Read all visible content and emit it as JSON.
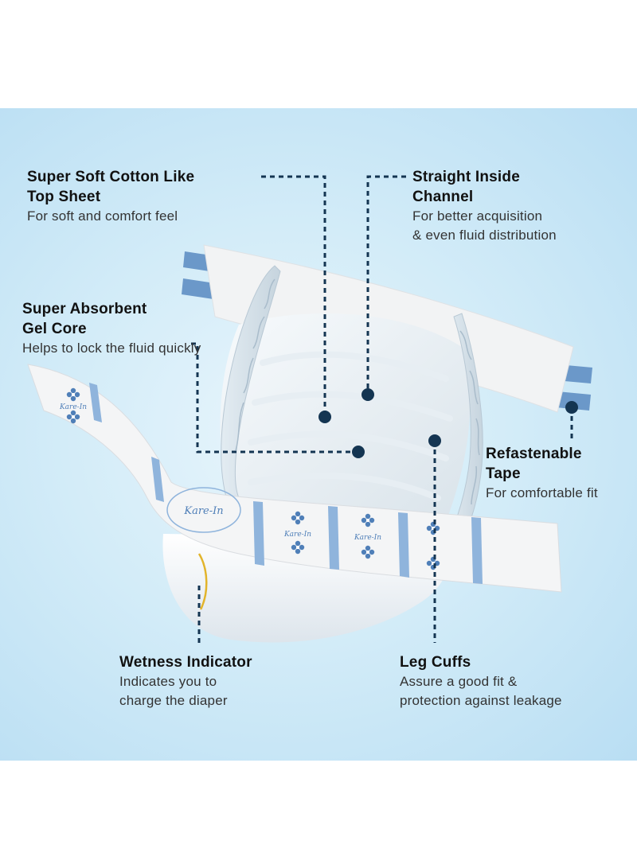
{
  "labels": {
    "top_sheet": {
      "title_l1": "Super Soft Cotton Like",
      "title_l2": "Top Sheet",
      "desc_l1": "For soft and comfort feel"
    },
    "channel": {
      "title_l1": "Straight Inside",
      "title_l2": "Channel",
      "desc_l1": "For better acquisition",
      "desc_l2": "& even fluid distribution"
    },
    "gel_core": {
      "title_l1": "Super Absorbent",
      "title_l2": "Gel Core",
      "desc_l1": "Helps to lock the fluid quickly"
    },
    "tape": {
      "title_l1": "Refastenable",
      "title_l2": "Tape",
      "desc_l1": "For comfortable fit"
    },
    "wetness": {
      "title_l1": "Wetness Indicator",
      "desc_l1": "Indicates you to",
      "desc_l2": "charge the diaper"
    },
    "leg_cuffs": {
      "title_l1": "Leg Cuffs",
      "desc_l1": "Assure a good fit &",
      "desc_l2": "protection against leakage"
    }
  },
  "brand": {
    "logo_text": "Kare-In"
  },
  "colors": {
    "panel_light": "#e8f5fc",
    "panel_dark": "#b9def3",
    "leader_line": "#143552",
    "tape_blue": "#6b98c9",
    "stripe_blue": "#8fb4dc"
  },
  "icons": {
    "callout_marker": "dot",
    "leader": "dashed-line",
    "logo_ornament": "flower-ornament"
  }
}
